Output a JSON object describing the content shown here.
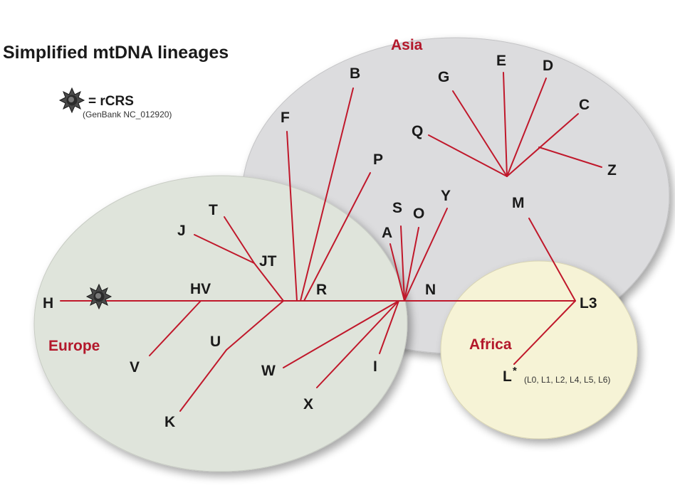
{
  "title": "Simplified mtDNA lineages",
  "legend": {
    "symbol": "= rCRS",
    "source": "(GenBank NC_012920)",
    "icon": "star-burst-icon"
  },
  "regions": {
    "asia": "Asia",
    "europe": "Europe",
    "africa": "Africa"
  },
  "lineages": {
    "H": "H",
    "HV": "HV",
    "V": "V",
    "U": "U",
    "K": "K",
    "JT": "JT",
    "J": "J",
    "T": "T",
    "F": "F",
    "B": "B",
    "R": "R",
    "P": "P",
    "A": "A",
    "S": "S",
    "O": "O",
    "Y": "Y",
    "N": "N",
    "W": "W",
    "X": "X",
    "I": "I",
    "M": "M",
    "G": "G",
    "E": "E",
    "D": "D",
    "C": "C",
    "Q": "Q",
    "Z": "Z",
    "L3": "L3",
    "L": "L",
    "L_star": "*",
    "L_sub": "(L0, L1, L2, L4, L5, L6)"
  },
  "colors": {
    "edge": "#c0182b",
    "asia_fill": "#dcdcde",
    "europe_fill": "#dfe4db",
    "africa_fill": "#f6f3d6",
    "region_label": "#b3182b"
  }
}
